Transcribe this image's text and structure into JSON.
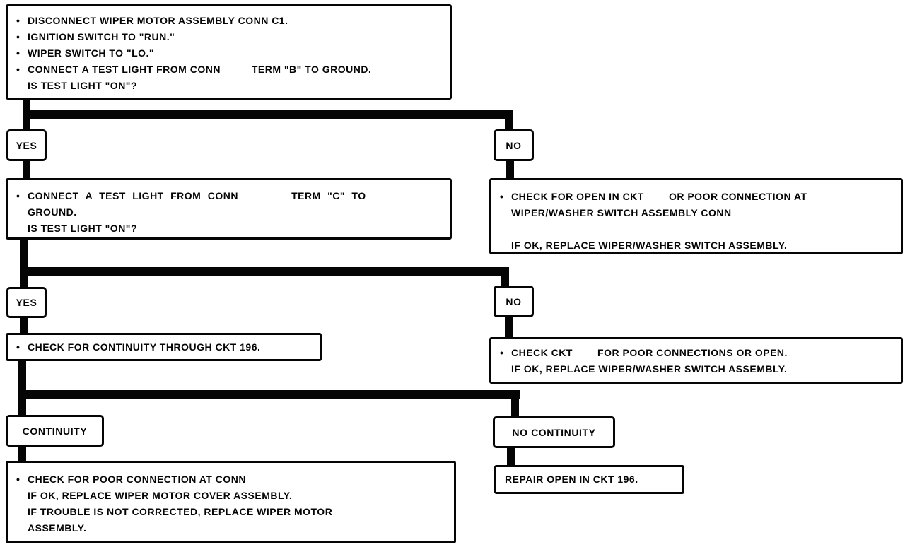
{
  "palette": {
    "ink": "#050505",
    "paper": "#ffffff"
  },
  "bullet": "•",
  "flow": {
    "step1": {
      "lines": [
        {
          "b": true,
          "t": "DISCONNECT WIPER MOTOR ASSEMBLY CONN C1."
        },
        {
          "b": true,
          "t": "IGNITION SWITCH TO \"RUN.\""
        },
        {
          "b": true,
          "t": "WIPER SWITCH TO \"LO.\""
        },
        {
          "b": true,
          "t": "CONNECT A TEST LIGHT FROM CONN          TERM \"B\" TO GROUND."
        },
        {
          "b": false,
          "t": "IS TEST LIGHT \"ON\"?"
        }
      ]
    },
    "yes1": {
      "label": "YES"
    },
    "no1": {
      "label": "NO"
    },
    "test_c": {
      "lines": [
        {
          "b": true,
          "t": "CONNECT A TEST LIGHT FROM CONN        TERM \"C\" TO"
        },
        {
          "b": false,
          "t": "GROUND."
        },
        {
          "b": false,
          "t": "IS TEST LIGHT \"ON\"?"
        }
      ]
    },
    "check_open": {
      "lines": [
        {
          "b": true,
          "t": "CHECK FOR OPEN IN CKT        OR POOR CONNECTION AT"
        },
        {
          "b": false,
          "t": "WIPER/WASHER SWITCH ASSEMBLY CONN"
        },
        {
          "b": false,
          "t": ""
        },
        {
          "b": false,
          "t": "IF OK, REPLACE WIPER/WASHER SWITCH ASSEMBLY."
        }
      ]
    },
    "yes2": {
      "label": "YES"
    },
    "no2": {
      "label": "NO"
    },
    "continuity_test": {
      "lines": [
        {
          "b": true,
          "t": "CHECK FOR CONTINUITY THROUGH CKT 196."
        }
      ]
    },
    "check_ckt": {
      "lines": [
        {
          "b": true,
          "t": "CHECK CKT        FOR POOR CONNECTIONS OR OPEN."
        },
        {
          "b": false,
          "t": "IF OK, REPLACE WIPER/WASHER SWITCH ASSEMBLY."
        }
      ]
    },
    "continuity": {
      "label": "CONTINUITY"
    },
    "no_continuity": {
      "label": "NO CONTINUITY"
    },
    "check_conn": {
      "lines": [
        {
          "b": true,
          "t": "CHECK FOR POOR CONNECTION AT CONN"
        },
        {
          "b": false,
          "t": "IF OK, REPLACE WIPER MOTOR COVER ASSEMBLY."
        },
        {
          "b": false,
          "t": "IF TROUBLE IS NOT CORRECTED, REPLACE WIPER MOTOR"
        },
        {
          "b": false,
          "t": "ASSEMBLY."
        }
      ]
    },
    "repair": {
      "lines": [
        {
          "b": false,
          "t": "REPAIR OPEN IN CKT 196."
        }
      ]
    }
  }
}
